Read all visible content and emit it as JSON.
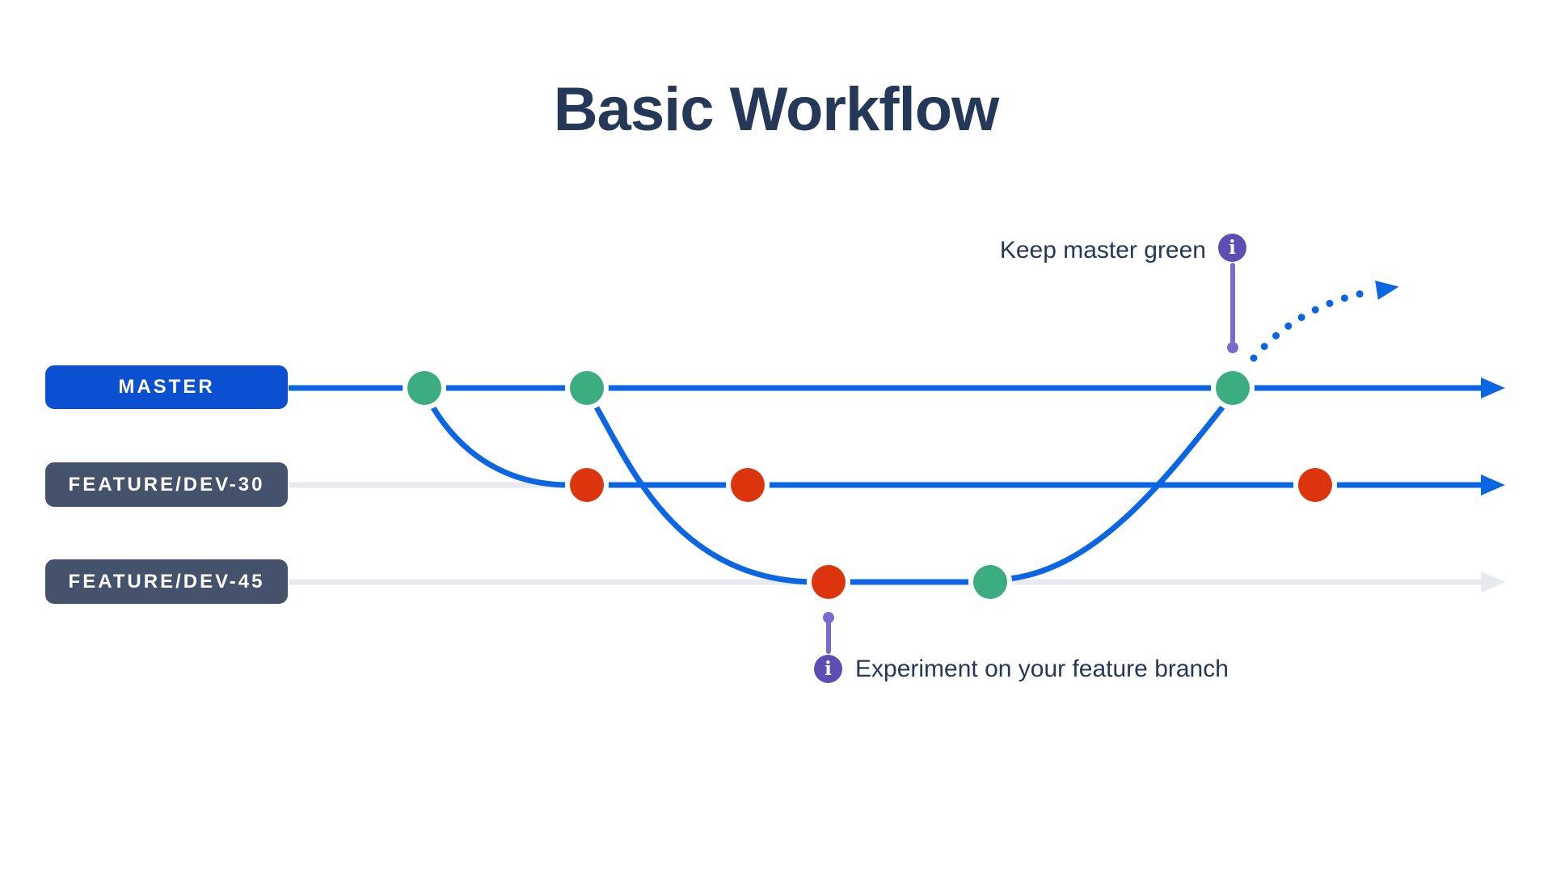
{
  "title": "Basic Workflow",
  "branches": [
    {
      "id": "master",
      "label": "MASTER"
    },
    {
      "id": "feature-dev-30",
      "label": "FEATURE/DEV-30"
    },
    {
      "id": "feature-dev-45",
      "label": "FEATURE/DEV-45"
    }
  ],
  "annotations": {
    "keep_master_green": {
      "text": "Keep master green",
      "icon_glyph": "i"
    },
    "experiment": {
      "text": "Experiment on your feature branch",
      "icon_glyph": "i"
    }
  },
  "commits": {
    "master": [
      "green",
      "green",
      "green"
    ],
    "feature_dev_30": [
      "red",
      "red",
      "red"
    ],
    "feature_dev_45": [
      "red",
      "green"
    ]
  },
  "colors": {
    "master_chip": "#0b50d0",
    "branch_chip": "#44536b",
    "line_blue": "#0c66e4",
    "line_gray": "#e9eaee",
    "commit_green": "#3cad80",
    "commit_red": "#dc350e",
    "annotation_purple": "#5e4db2",
    "stem_purple": "#7d6ad1",
    "text_navy": "#253858",
    "bg": "#ffffff"
  }
}
